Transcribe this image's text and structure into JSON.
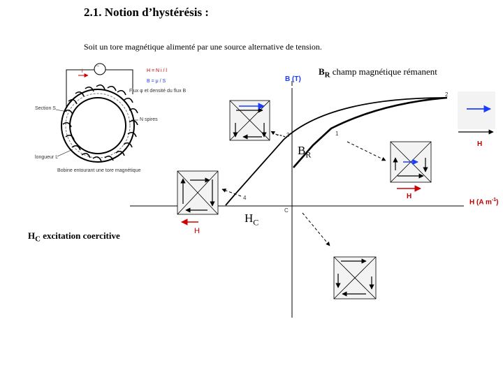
{
  "title": "2.1. Notion d’hystérésis :",
  "intro": "Soit un tore magnétique alimenté par une source alternative de tension.",
  "br_note": {
    "symbol": "B",
    "sub": "R",
    "text": " champ  magnétique rémanent"
  },
  "hc_note": {
    "symbol": "H",
    "sub": "C",
    "text": " excitation coercitive"
  },
  "tore": {
    "source": "~",
    "current": "i",
    "formula_h": "H = N i / l",
    "formula_b": "B = μ / S",
    "flux": "Flux φ et densité du flux B",
    "section": "Section S",
    "spires": "N spires",
    "length": "longueur L",
    "caption": "Bobine entourant une tore magnétique"
  },
  "plot": {
    "b_axis": "B (T)",
    "h_axis": "H (A m",
    "h_axis_exp": "-1",
    "origin": "C",
    "points": [
      "1",
      "2",
      "3",
      "4"
    ],
    "br_label": {
      "main": "B",
      "sub": "R"
    },
    "hc_label": {
      "main": "H",
      "sub": "C"
    },
    "h_right": "H",
    "h_mid": "H",
    "h_left": "H"
  }
}
